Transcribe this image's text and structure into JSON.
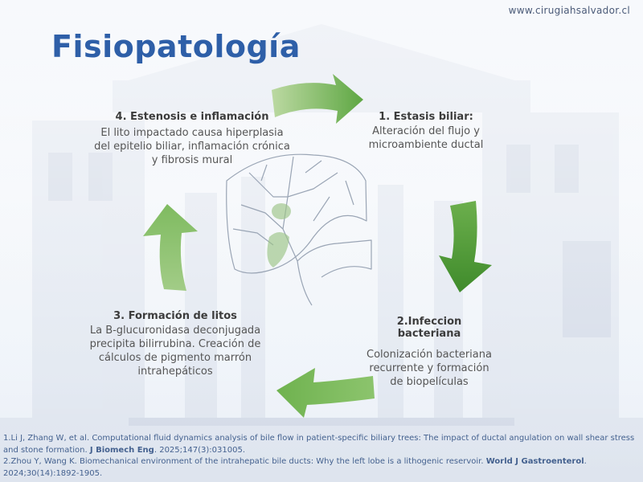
{
  "watermark": "www.cirugiahsalvador.cl",
  "title": "Fisiopatología",
  "stages": [
    {
      "title": "1. Estasis biliar:",
      "body_lines": [
        "Alteración del flujo y",
        "microambiente ductal"
      ]
    },
    {
      "title_lines": [
        "2.Infeccion",
        "bacteriana"
      ],
      "body_lines": [
        "Colonización bacteriana",
        "recurrente y formación",
        "de biopelículas"
      ]
    },
    {
      "title": "3. Formación de litos",
      "body_lines": [
        "La B-glucuronidasa deconjugada",
        "precipita bilirrubina. Creación de",
        "cálculos de pigmento marrón",
        "intrahepáticos"
      ]
    },
    {
      "title": "4. Estenosis e inflamación",
      "body_lines": [
        "El lito impactado causa hiperplasia",
        "del epitelio biliar, inflamación crónica",
        "y fibrosis mural"
      ]
    }
  ],
  "references": [
    {
      "text": "1.Li J, Zhang W, et al. Computational fluid dynamics analysis of bile flow in patient-specific biliary trees: The impact of ductal angulation on wall shear stress and stone formation. ",
      "journal": "J Biomech Eng",
      "tail": ". 2025;147(3):031005."
    },
    {
      "text": "2.Zhou Y, Wang K. Biomechanical environment of the intrahepatic bile ducts: Why the left lobe is a lithogenic reservoir. ",
      "journal": "World J Gastroenterol",
      "tail": ". 2024;30(14):1892-1905."
    }
  ],
  "colors": {
    "title": "#2e5fa8",
    "arrow_light": "#b5d69a",
    "arrow_dark": "#4e9a35",
    "reference_text": "#44618f"
  }
}
